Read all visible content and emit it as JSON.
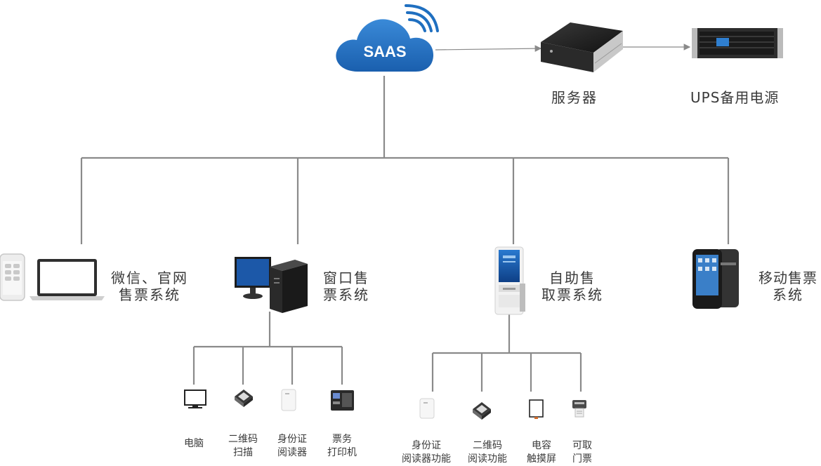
{
  "cloud": {
    "label": "SAAS"
  },
  "server": {
    "label": "服务器"
  },
  "ups": {
    "label": "UPS备用电源"
  },
  "systems": {
    "wechat": {
      "line1": "微信、官网",
      "line2": "售票系统"
    },
    "window": {
      "line1": "窗口售",
      "line2": "票系统"
    },
    "self_service": {
      "line1": "自助售",
      "line2": "取票系统"
    },
    "mobile": {
      "line1": "移动售票",
      "line2": "系统"
    }
  },
  "window_devices": {
    "computer": {
      "line1": "电脑",
      "line2": ""
    },
    "qr_scanner": {
      "line1": "二维码",
      "line2": "扫描"
    },
    "id_reader": {
      "line1": "身份证",
      "line2": "阅读器"
    },
    "ticket_printer": {
      "line1": "票务",
      "line2": "打印机"
    }
  },
  "kiosk_devices": {
    "id_reader": {
      "line1": "身份证",
      "line2": "阅读器功能"
    },
    "qr_reader": {
      "line1": "二维码",
      "line2": "阅读功能"
    },
    "touch_screen": {
      "line1": "电容",
      "line2": "触摸屏"
    },
    "ticket_take": {
      "line1": "可取",
      "line2": "门票"
    }
  },
  "colors": {
    "cloud_blue": "#1f6fc0",
    "connector_gray": "#8a8a8a",
    "screen_blue": "#1c58a8"
  }
}
